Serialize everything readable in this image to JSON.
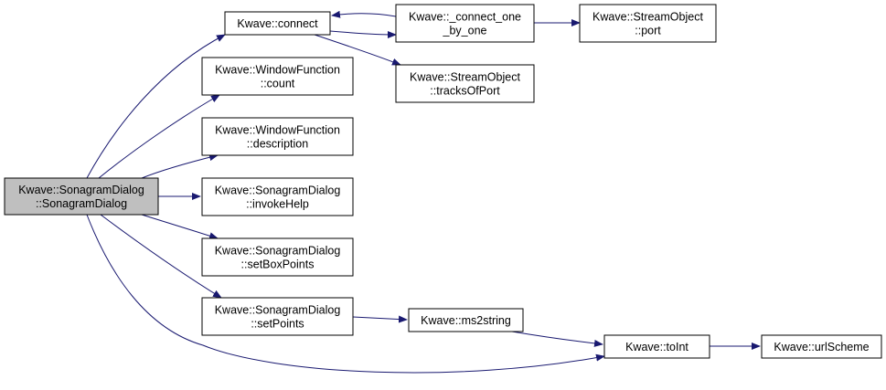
{
  "colors": {
    "node_fill": "#ffffff",
    "node_stroke": "#000000",
    "root_fill": "#bfbfbf",
    "edge": "#191970",
    "text": "#000000"
  },
  "nodes": [
    {
      "id": "root",
      "lines": [
        "Kwave::SonagramDialog",
        "::SonagramDialog"
      ],
      "highlighted": true
    },
    {
      "id": "connect",
      "lines": [
        "Kwave::connect"
      ]
    },
    {
      "id": "wf_count",
      "lines": [
        "Kwave::WindowFunction",
        "::count"
      ]
    },
    {
      "id": "wf_description",
      "lines": [
        "Kwave::WindowFunction",
        "::description"
      ]
    },
    {
      "id": "invokeHelp",
      "lines": [
        "Kwave::SonagramDialog",
        "::invokeHelp"
      ]
    },
    {
      "id": "setBoxPoints",
      "lines": [
        "Kwave::SonagramDialog",
        "::setBoxPoints"
      ]
    },
    {
      "id": "setPoints",
      "lines": [
        "Kwave::SonagramDialog",
        "::setPoints"
      ]
    },
    {
      "id": "connect_one",
      "lines": [
        "Kwave::_connect_one",
        "_by_one"
      ]
    },
    {
      "id": "tracksOfPort",
      "lines": [
        "Kwave::StreamObject",
        "::tracksOfPort"
      ]
    },
    {
      "id": "port",
      "lines": [
        "Kwave::StreamObject",
        "::port"
      ]
    },
    {
      "id": "ms2string",
      "lines": [
        "Kwave::ms2string"
      ]
    },
    {
      "id": "toInt",
      "lines": [
        "Kwave::toInt"
      ]
    },
    {
      "id": "urlScheme",
      "lines": [
        "Kwave::urlScheme"
      ]
    }
  ],
  "edges": [
    {
      "from": "root",
      "to": "connect"
    },
    {
      "from": "root",
      "to": "wf_count"
    },
    {
      "from": "root",
      "to": "wf_description"
    },
    {
      "from": "root",
      "to": "invokeHelp"
    },
    {
      "from": "root",
      "to": "setBoxPoints"
    },
    {
      "from": "root",
      "to": "setPoints"
    },
    {
      "from": "root",
      "to": "toInt"
    },
    {
      "from": "connect",
      "to": "connect_one"
    },
    {
      "from": "connect",
      "to": "tracksOfPort"
    },
    {
      "from": "connect_one",
      "to": "connect"
    },
    {
      "from": "connect_one",
      "to": "port"
    },
    {
      "from": "setPoints",
      "to": "ms2string"
    },
    {
      "from": "ms2string",
      "to": "toInt"
    },
    {
      "from": "toInt",
      "to": "urlScheme"
    }
  ]
}
